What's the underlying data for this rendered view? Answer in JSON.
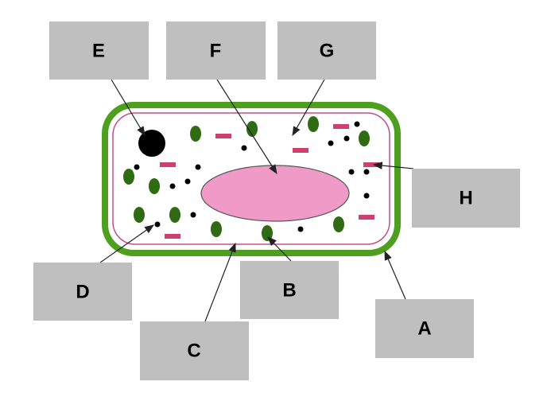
{
  "labels": {
    "A": "A",
    "B": "B",
    "C": "C",
    "D": "D",
    "E": "E",
    "F": "F",
    "G": "G",
    "H": "H"
  },
  "colors": {
    "wall": "#4f9f1f",
    "membrane": "#c0508a",
    "nucleus": "#f09ac8",
    "chloroplast": "#2e6b12",
    "vesicle": "#d0406e",
    "box": "#bfbfbf"
  }
}
